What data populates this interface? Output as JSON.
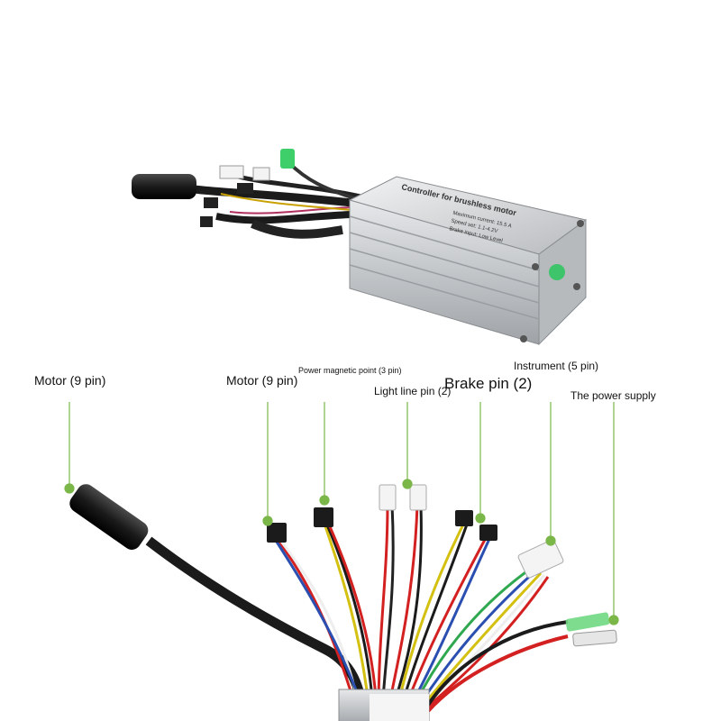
{
  "product": {
    "box_title": "Controller for brushless motor",
    "box_text_line1": "Maximum current: 15.5 A",
    "box_text_line2": "Speed set: 1.1-4.2V",
    "box_text_line3": "Brake input: Low Level",
    "body_color": "#c9cccf",
    "cable_color": "#1b1b1b"
  },
  "callouts": {
    "motor_left": "Motor (9 pin)",
    "motor_right": "Motor (9 pin)",
    "power_magnetic": "Power magnetic point (3 pin)",
    "light_line": "Light line pin (2)",
    "brake": "Brake pin (2)",
    "instrument": "Instrument (5 pin)",
    "power_supply": "The power supply"
  },
  "callout_color": "#7ab648"
}
